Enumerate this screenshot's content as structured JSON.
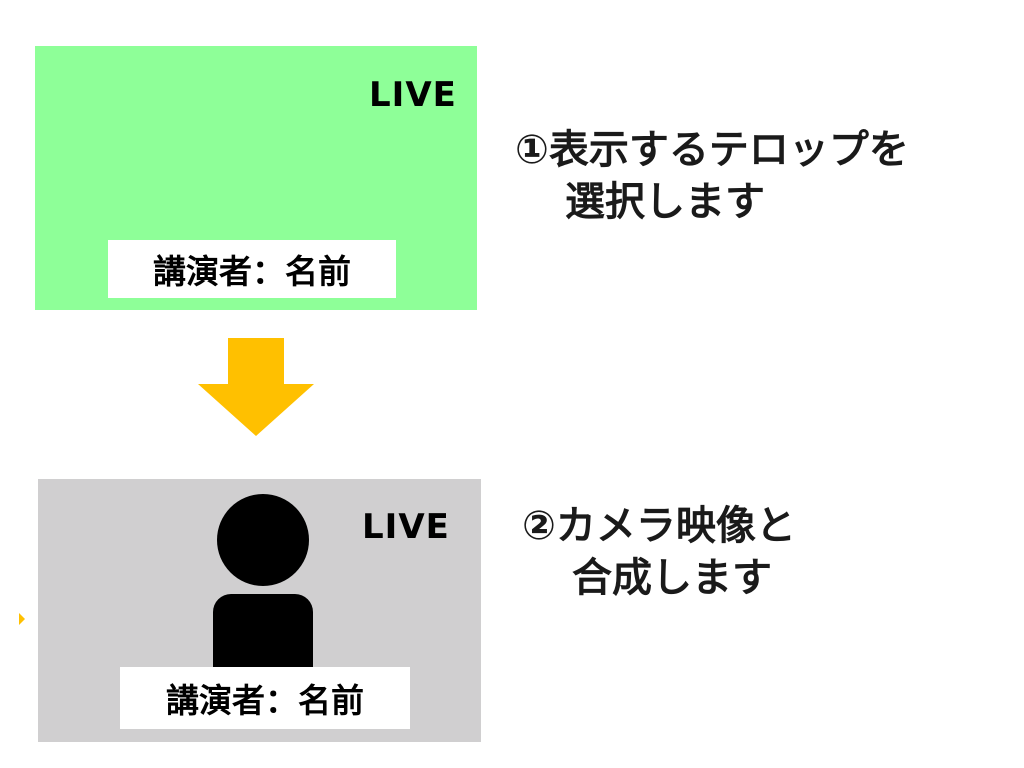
{
  "colors": {
    "top_panel_bg": "#8eff98",
    "bottom_panel_bg": "#d0cfd0",
    "arrow": "#ffc000",
    "caption_bg": "#ffffff",
    "person": "#000000"
  },
  "panels": {
    "top": {
      "live_label": "LIVE",
      "caption": "講演者：名前"
    },
    "bottom": {
      "live_label": "LIVE",
      "caption": "講演者：名前"
    }
  },
  "steps": [
    {
      "line1": "①表示するテロップを",
      "line2": "選択します"
    },
    {
      "line1": "②カメラ映像と",
      "line2": "合成します"
    }
  ]
}
